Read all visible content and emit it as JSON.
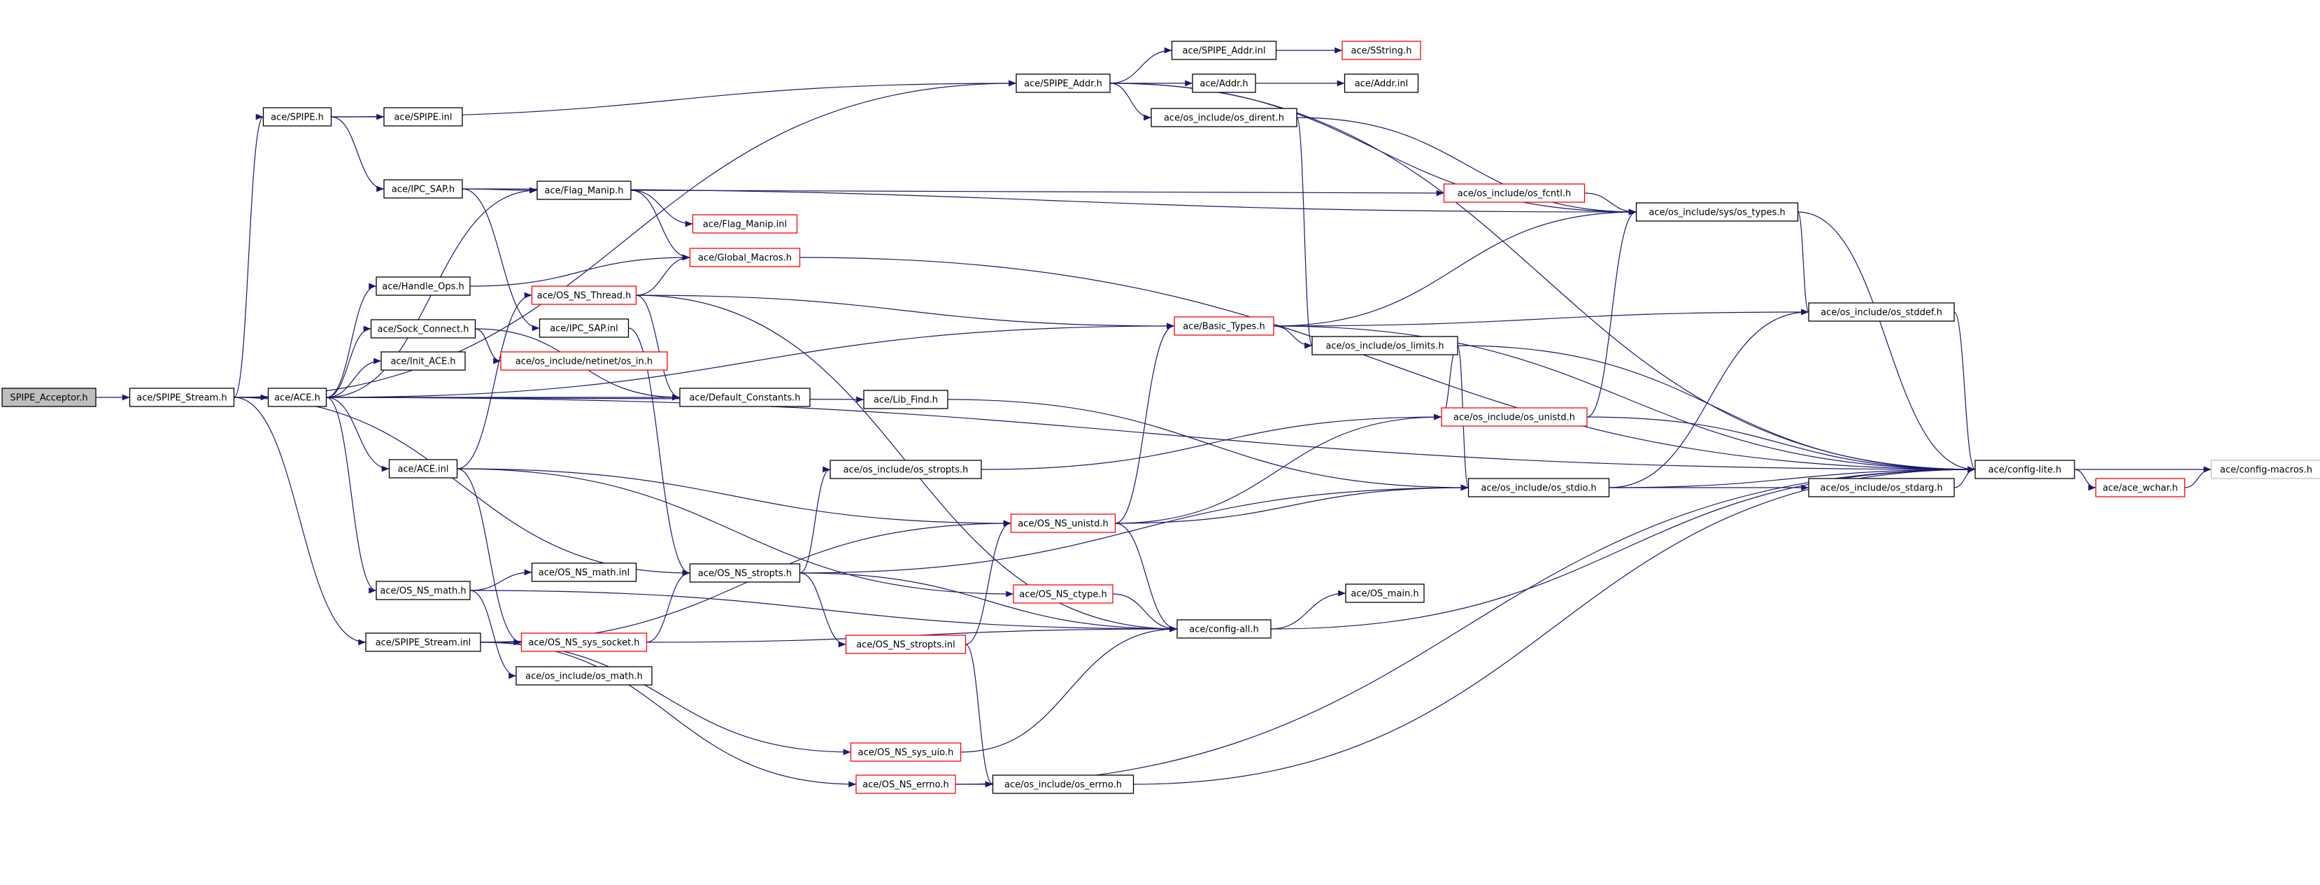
{
  "nodes": [
    {
      "id": "spipe_acceptor",
      "label": "SPIPE_Acceptor.h",
      "style": "root"
    },
    {
      "id": "spipe_stream_h",
      "label": "ace/SPIPE_Stream.h",
      "style": "black"
    },
    {
      "id": "spipe_h",
      "label": "ace/SPIPE.h",
      "style": "black"
    },
    {
      "id": "spipe_inl",
      "label": "ace/SPIPE.inl",
      "style": "black"
    },
    {
      "id": "spipe_addr_h",
      "label": "ace/SPIPE_Addr.h",
      "style": "black"
    },
    {
      "id": "spipe_addr_inl",
      "label": "ace/SPIPE_Addr.inl",
      "style": "black"
    },
    {
      "id": "sstring_h",
      "label": "ace/SString.h",
      "style": "red"
    },
    {
      "id": "addr_h",
      "label": "ace/Addr.h",
      "style": "black"
    },
    {
      "id": "addr_inl",
      "label": "ace/Addr.inl",
      "style": "black"
    },
    {
      "id": "os_dirent",
      "label": "ace/os_include/os_dirent.h",
      "style": "black"
    },
    {
      "id": "ipc_sap_h",
      "label": "ace/IPC_SAP.h",
      "style": "black"
    },
    {
      "id": "flag_manip_h",
      "label": "ace/Flag_Manip.h",
      "style": "black"
    },
    {
      "id": "flag_manip_inl",
      "label": "ace/Flag_Manip.inl",
      "style": "red"
    },
    {
      "id": "global_macros",
      "label": "ace/Global_Macros.h",
      "style": "red"
    },
    {
      "id": "os_fcntl",
      "label": "ace/os_include/os_fcntl.h",
      "style": "red"
    },
    {
      "id": "sys_os_types",
      "label": "ace/os_include/sys/os_types.h",
      "style": "black"
    },
    {
      "id": "handle_ops",
      "label": "ace/Handle_Ops.h",
      "style": "black"
    },
    {
      "id": "os_ns_thread",
      "label": "ace/OS_NS_Thread.h",
      "style": "red"
    },
    {
      "id": "ipc_sap_inl",
      "label": "ace/IPC_SAP.inl",
      "style": "black"
    },
    {
      "id": "sock_connect",
      "label": "ace/Sock_Connect.h",
      "style": "black"
    },
    {
      "id": "netinet_in",
      "label": "ace/os_include/netinet/os_in.h",
      "style": "red"
    },
    {
      "id": "basic_types",
      "label": "ace/Basic_Types.h",
      "style": "red"
    },
    {
      "id": "os_stddef",
      "label": "ace/os_include/os_stddef.h",
      "style": "black"
    },
    {
      "id": "os_limits",
      "label": "ace/os_include/os_limits.h",
      "style": "black"
    },
    {
      "id": "init_ace",
      "label": "ace/Init_ACE.h",
      "style": "black"
    },
    {
      "id": "ace_h",
      "label": "ace/ACE.h",
      "style": "black"
    },
    {
      "id": "default_constants",
      "label": "ace/Default_Constants.h",
      "style": "black"
    },
    {
      "id": "lib_find",
      "label": "ace/Lib_Find.h",
      "style": "black"
    },
    {
      "id": "os_unistd",
      "label": "ace/os_include/os_unistd.h",
      "style": "red"
    },
    {
      "id": "config_lite",
      "label": "ace/config-lite.h",
      "style": "black"
    },
    {
      "id": "config_macros",
      "label": "ace/config-macros.h",
      "style": "gray"
    },
    {
      "id": "ace_wchar",
      "label": "ace/ace_wchar.h",
      "style": "red"
    },
    {
      "id": "ace_inl",
      "label": "ace/ACE.inl",
      "style": "black"
    },
    {
      "id": "os_stropts",
      "label": "ace/os_include/os_stropts.h",
      "style": "black"
    },
    {
      "id": "os_stdio",
      "label": "ace/os_include/os_stdio.h",
      "style": "black"
    },
    {
      "id": "os_stdarg",
      "label": "ace/os_include/os_stdarg.h",
      "style": "black"
    },
    {
      "id": "os_ns_unistd",
      "label": "ace/OS_NS_unistd.h",
      "style": "red"
    },
    {
      "id": "os_ns_math_h",
      "label": "ace/OS_NS_math.h",
      "style": "black"
    },
    {
      "id": "os_ns_math_inl",
      "label": "ace/OS_NS_math.inl",
      "style": "black"
    },
    {
      "id": "os_ns_stropts_h",
      "label": "ace/OS_NS_stropts.h",
      "style": "black"
    },
    {
      "id": "os_ns_ctype",
      "label": "ace/OS_NS_ctype.h",
      "style": "red"
    },
    {
      "id": "os_main",
      "label": "ace/OS_main.h",
      "style": "black"
    },
    {
      "id": "spipe_stream_inl",
      "label": "ace/SPIPE_Stream.inl",
      "style": "black"
    },
    {
      "id": "os_ns_sys_socket",
      "label": "ace/OS_NS_sys_socket.h",
      "style": "red"
    },
    {
      "id": "os_ns_stropts_inl",
      "label": "ace/OS_NS_stropts.inl",
      "style": "red"
    },
    {
      "id": "config_all",
      "label": "ace/config-all.h",
      "style": "black"
    },
    {
      "id": "os_math",
      "label": "ace/os_include/os_math.h",
      "style": "black"
    },
    {
      "id": "os_ns_sys_uio",
      "label": "ace/OS_NS_sys_uio.h",
      "style": "red"
    },
    {
      "id": "os_ns_errno",
      "label": "ace/OS_NS_errno.h",
      "style": "red"
    },
    {
      "id": "os_errno",
      "label": "ace/os_include/os_errno.h",
      "style": "black"
    }
  ],
  "edges": [
    [
      "spipe_acceptor",
      "spipe_stream_h"
    ],
    [
      "spipe_stream_h",
      "spipe_h"
    ],
    [
      "spipe_stream_h",
      "ace_h"
    ],
    [
      "spipe_stream_h",
      "spipe_addr_h"
    ],
    [
      "spipe_stream_h",
      "os_ns_stropts_h"
    ],
    [
      "spipe_stream_h",
      "spipe_stream_inl"
    ],
    [
      "spipe_h",
      "spipe_inl"
    ],
    [
      "spipe_h",
      "spipe_addr_h"
    ],
    [
      "spipe_h",
      "ipc_sap_h"
    ],
    [
      "spipe_addr_h",
      "spipe_addr_inl"
    ],
    [
      "spipe_addr_h",
      "addr_h"
    ],
    [
      "spipe_addr_h",
      "os_dirent"
    ],
    [
      "spipe_addr_h",
      "sys_os_types"
    ],
    [
      "spipe_addr_h",
      "config_lite"
    ],
    [
      "spipe_addr_inl",
      "sstring_h"
    ],
    [
      "addr_h",
      "addr_inl"
    ],
    [
      "os_dirent",
      "sys_os_types"
    ],
    [
      "os_dirent",
      "os_limits"
    ],
    [
      "ipc_sap_h",
      "flag_manip_h"
    ],
    [
      "ipc_sap_h",
      "ipc_sap_inl"
    ],
    [
      "ipc_sap_h",
      "sys_os_types"
    ],
    [
      "flag_manip_h",
      "flag_manip_inl"
    ],
    [
      "flag_manip_h",
      "global_macros"
    ],
    [
      "flag_manip_h",
      "os_fcntl"
    ],
    [
      "os_fcntl",
      "sys_os_types"
    ],
    [
      "global_macros",
      "config_lite"
    ],
    [
      "sys_os_types",
      "os_stddef"
    ],
    [
      "sys_os_types",
      "config_lite"
    ],
    [
      "ace_h",
      "flag_manip_h"
    ],
    [
      "ace_h",
      "handle_ops"
    ],
    [
      "ace_h",
      "sock_connect"
    ],
    [
      "ace_h",
      "init_ace"
    ],
    [
      "ace_h",
      "basic_types"
    ],
    [
      "ace_h",
      "lib_find"
    ],
    [
      "ace_h",
      "default_constants"
    ],
    [
      "ace_h",
      "ace_inl"
    ],
    [
      "ace_h",
      "os_ns_math_h"
    ],
    [
      "ace_h",
      "config_lite"
    ],
    [
      "handle_ops",
      "global_macros"
    ],
    [
      "sock_connect",
      "netinet_in"
    ],
    [
      "sock_connect",
      "default_constants"
    ],
    [
      "ace_inl",
      "os_ns_thread"
    ],
    [
      "ace_inl",
      "os_ns_unistd"
    ],
    [
      "ace_inl",
      "os_ns_ctype"
    ],
    [
      "ace_inl",
      "os_ns_sys_socket"
    ],
    [
      "os_ns_thread",
      "global_macros"
    ],
    [
      "os_ns_thread",
      "basic_types"
    ],
    [
      "os_ns_thread",
      "default_constants"
    ],
    [
      "os_ns_thread",
      "config_all"
    ],
    [
      "ipc_sap_inl",
      "os_ns_stropts_h"
    ],
    [
      "basic_types",
      "os_limits"
    ],
    [
      "basic_types",
      "os_stddef"
    ],
    [
      "basic_types",
      "sys_os_types"
    ],
    [
      "basic_types",
      "config_lite"
    ],
    [
      "os_limits",
      "os_unistd"
    ],
    [
      "os_limits",
      "os_stdio"
    ],
    [
      "os_limits",
      "config_lite"
    ],
    [
      "os_unistd",
      "sys_os_types"
    ],
    [
      "os_unistd",
      "config_lite"
    ],
    [
      "lib_find",
      "os_stdio"
    ],
    [
      "os_stdio",
      "os_stddef"
    ],
    [
      "os_stdio",
      "os_stdarg"
    ],
    [
      "os_stdio",
      "config_lite"
    ],
    [
      "os_stdarg",
      "config_lite"
    ],
    [
      "os_stddef",
      "config_lite"
    ],
    [
      "config_lite",
      "config_macros"
    ],
    [
      "config_lite",
      "ace_wchar"
    ],
    [
      "ace_wchar",
      "config_macros"
    ],
    [
      "os_ns_unistd",
      "basic_types"
    ],
    [
      "os_ns_unistd",
      "os_unistd"
    ],
    [
      "os_ns_unistd",
      "os_stdio"
    ],
    [
      "os_ns_unistd",
      "config_all"
    ],
    [
      "os_stropts",
      "os_unistd"
    ],
    [
      "os_ns_stropts_h",
      "os_stropts"
    ],
    [
      "os_ns_stropts_h",
      "os_ns_stropts_inl"
    ],
    [
      "os_ns_stropts_h",
      "os_stdio"
    ],
    [
      "os_ns_stropts_h",
      "config_all"
    ],
    [
      "os_ns_ctype",
      "config_all"
    ],
    [
      "os_ns_math_h",
      "os_ns_math_inl"
    ],
    [
      "os_ns_math_h",
      "os_math"
    ],
    [
      "os_ns_math_h",
      "config_all"
    ],
    [
      "spipe_stream_inl",
      "os_ns_sys_socket"
    ],
    [
      "spipe_stream_inl",
      "os_ns_sys_uio"
    ],
    [
      "spipe_stream_inl",
      "os_ns_errno"
    ],
    [
      "spipe_stream_inl",
      "os_ns_unistd"
    ],
    [
      "os_ns_sys_socket",
      "os_ns_stropts_h"
    ],
    [
      "os_ns_sys_socket",
      "config_all"
    ],
    [
      "os_ns_stropts_inl",
      "os_ns_unistd"
    ],
    [
      "os_ns_stropts_inl",
      "os_errno"
    ],
    [
      "os_ns_sys_uio",
      "config_all"
    ],
    [
      "os_ns_errno",
      "os_errno"
    ],
    [
      "os_ns_errno",
      "config_lite"
    ],
    [
      "os_errno",
      "config_lite"
    ],
    [
      "config_all",
      "os_main"
    ],
    [
      "config_all",
      "config_lite"
    ]
  ]
}
